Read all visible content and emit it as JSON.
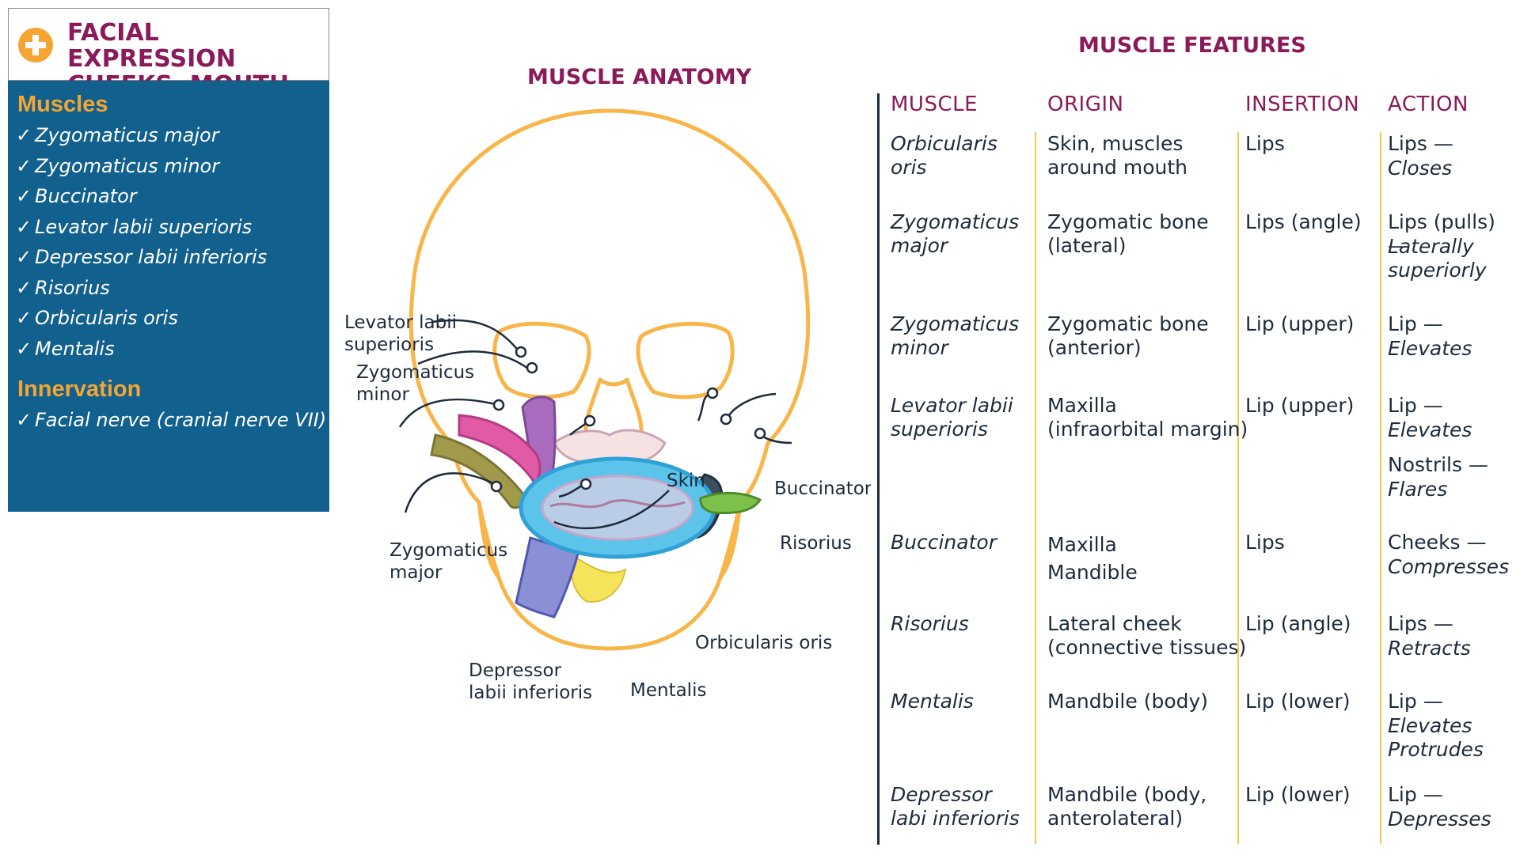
{
  "header": {
    "title_line1": "FACIAL EXPRESSION",
    "title_line2": "CHEEKS, MOUTH",
    "icon": "plus-circle-icon",
    "accent_color": "#f5a531",
    "title_color": "#8a1a5a"
  },
  "sidebar": {
    "background": "#12608e",
    "muscles_heading": "Muscles",
    "muscles": [
      "Zygomaticus major",
      "Zygomaticus minor",
      "Buccinator",
      "Levator labii superioris",
      "Depressor labii inferioris",
      "Risorius",
      "Orbicularis oris",
      "Mentalis"
    ],
    "innervation_heading": "Innervation",
    "innervation": [
      "Facial nerve (cranial nerve VII)"
    ]
  },
  "anatomy": {
    "heading": "MUSCLE ANATOMY",
    "labels": {
      "levator_line1": "Levator labii",
      "levator_line2": "superioris",
      "zyg_minor_line1": "Zygomaticus",
      "zyg_minor_line2": "minor",
      "zyg_major_line1": "Zygomaticus",
      "zyg_major_line2": "major",
      "depressor_line1": "Depressor",
      "depressor_line2": "labii inferioris",
      "mentalis": "Mentalis",
      "orbicularis": "Orbicularis oris",
      "skin": "Skin",
      "buccinator": "Buccinator",
      "risorius": "Risorius"
    }
  },
  "features": {
    "heading": "MUSCLE FEATURES",
    "columns": [
      "MUSCLE",
      "ORIGIN",
      "INSERTION",
      "ACTION"
    ],
    "rows": [
      {
        "muscle": "Orbicularis\noris",
        "origin": "Skin, muscles\naround mouth",
        "insertion": "Lips",
        "action_target": "Lips —",
        "action": "Closes"
      },
      {
        "muscle": "Zygomaticus\nmajor",
        "origin": "Zygomatic bone\n(lateral)",
        "insertion": "Lips (angle)",
        "action_target": "Lips (pulls) —",
        "action": "Laterally\nsuperiorly"
      },
      {
        "muscle": "Zygomaticus\nminor",
        "origin": "Zygomatic bone\n(anterior)",
        "insertion": "Lip (upper)",
        "action_target": "Lip —",
        "action": "Elevates"
      },
      {
        "muscle": "Levator labii\nsuperioris",
        "origin": "Maxilla\n(infraorbital margin)",
        "insertion": "Lip (upper)",
        "action_target": "Lip —",
        "action": "Elevates",
        "action_target2": "Nostrils —",
        "action2": "Flares"
      },
      {
        "muscle": "Buccinator",
        "origin": "Maxilla\nMandible",
        "insertion": "Lips",
        "action_target": "Cheeks —",
        "action": "Compresses"
      },
      {
        "muscle": "Risorius",
        "origin": "Lateral cheek\n(connective tissues)",
        "insertion": "Lip (angle)",
        "action_target": "Lips —",
        "action": "Retracts"
      },
      {
        "muscle": "Mentalis",
        "origin": "Mandbile (body)",
        "insertion": "Lip (lower)",
        "action_target": "Lip —",
        "action": "Elevates\nProtrudes"
      },
      {
        "muscle": "Depressor\nlabi inferioris",
        "origin": "Mandbile (body,\nanterolateral)",
        "insertion": "Lip (lower)",
        "action_target": "Lip —",
        "action": "Depresses"
      }
    ]
  }
}
